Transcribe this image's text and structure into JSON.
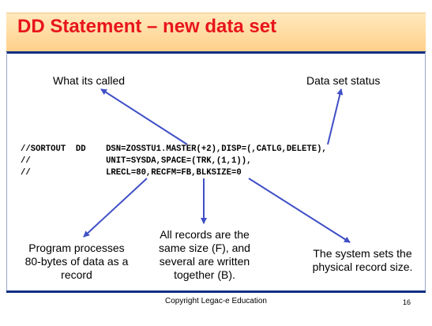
{
  "slide": {
    "title": "DD Statement – new data set",
    "callouts": {
      "what_called": "What its called",
      "status": "Data set status",
      "program": "Program processes 80-bytes of data as a record",
      "records": "All records are the same size (F), and several are written together (B).",
      "system": "The system sets the physical record size."
    },
    "code_lines": [
      "//SORTOUT  DD    DSN=ZOSSTU1.MASTER(+2),DISP=(,CATLG,DELETE),",
      "//               UNIT=SYSDA,SPACE=(TRK,(1,1)),",
      "//               LRECL=80,RECFM=FB,BLKSIZE=0"
    ],
    "footer": {
      "copyright": "Copyright Legac-e Education",
      "page_number": "16"
    },
    "colors": {
      "title": "#e8151b",
      "rule": "#0b2f86",
      "arrow": "#3f4fc6",
      "band_top": "#ffe9bd",
      "band_bottom": "#ffd08a"
    }
  }
}
